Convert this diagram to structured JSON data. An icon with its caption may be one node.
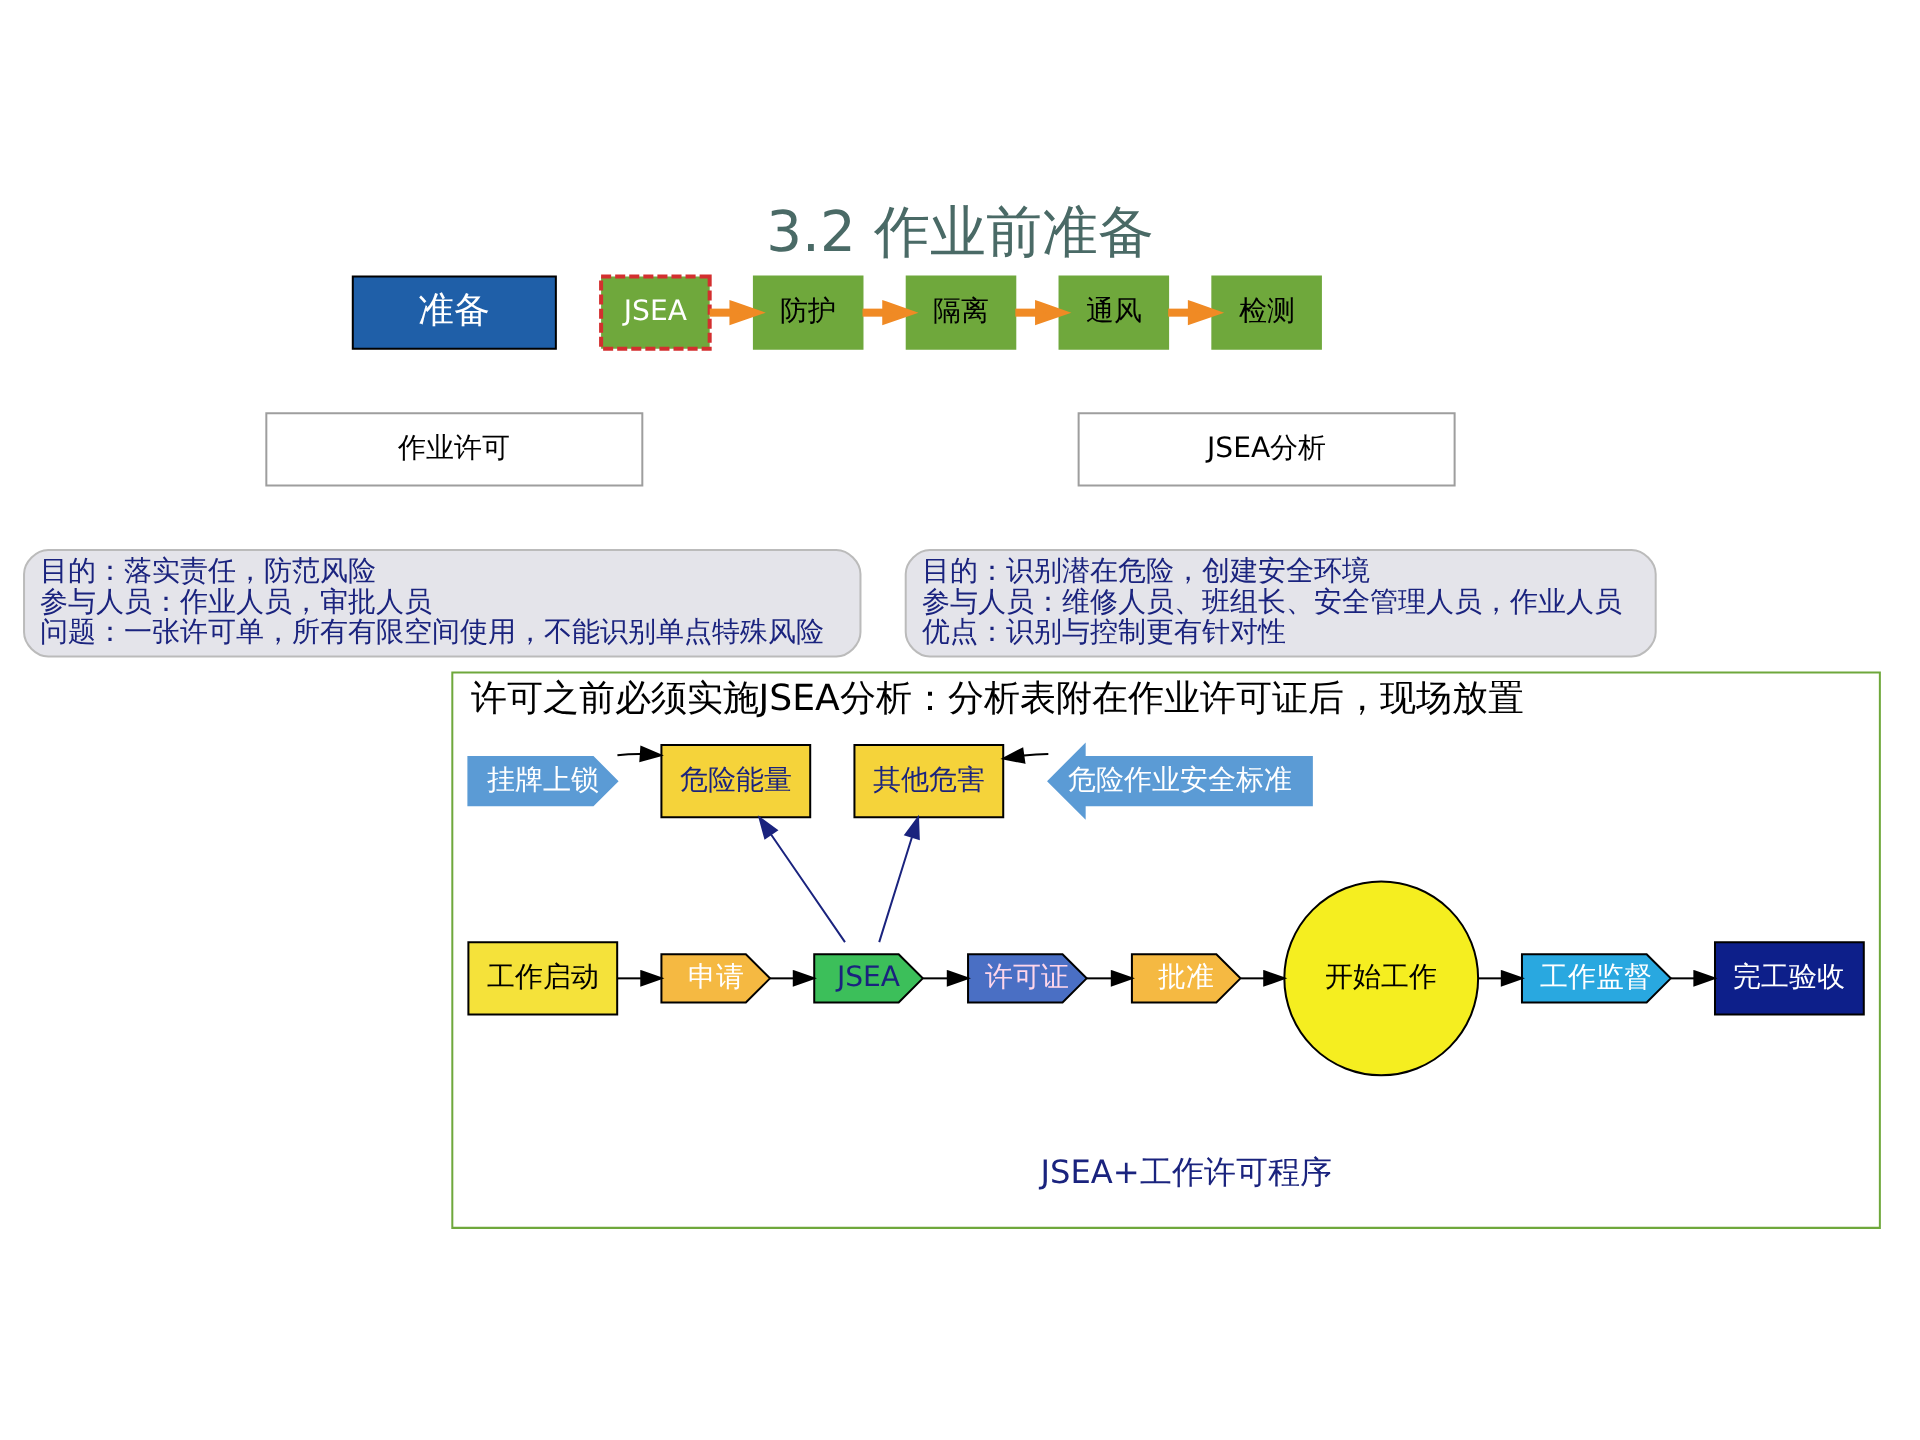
{
  "diagram": {
    "title": "3.2 作业前准备",
    "nodes": [
      {
        "text": [
          "准备"
        ]
      },
      {
        "text": [
          "JSEA"
        ]
      },
      {
        "text": [
          "防护"
        ]
      },
      {
        "text": [
          "隔离"
        ]
      },
      {
        "text": [
          "通风"
        ]
      },
      {
        "text": [
          "检测"
        ]
      },
      {
        "text": [
          "作业许可"
        ]
      },
      {
        "text": [
          "目的：落实责任，防范风险",
          "参与人员：作业人员，审批人员",
          "问题：一张许可单，所有有限空间使用，不能识别单点特殊风险"
        ]
      },
      {
        "text": [
          "JSEA分析"
        ]
      },
      {
        "text": [
          "目的：识别潜在危险，创建安全环境",
          "参与人员：维修人员、班组长、安全管理人员，作业人员",
          "优点：识别与控制更有针对性"
        ]
      },
      {
        "text": [
          "许可之前必须实施JSEA分析：分析表附在作业许可证后，现场放置"
        ]
      },
      {
        "text": [
          "挂牌上锁"
        ],
        "in": 10
      },
      {
        "text": [
          "危险能量"
        ],
        "in": 10
      },
      {
        "text": [
          "其他危害"
        ],
        "in": 10
      },
      {
        "text": [
          "危险作业安全标准"
        ],
        "in": 10
      },
      {
        "text": [
          "工作启动"
        ],
        "in": 10
      },
      {
        "text": [
          "申请"
        ],
        "in": 10
      },
      {
        "text": [
          "JSEA"
        ],
        "in": 10
      },
      {
        "text": [
          "许可证"
        ],
        "in": 10
      },
      {
        "text": [
          "批准"
        ],
        "in": 10
      },
      {
        "text": [
          "开始工作"
        ],
        "in": 10
      },
      {
        "text": [
          "工作监督"
        ],
        "in": 10
      },
      {
        "text": [
          "完工验收"
        ],
        "in": 10
      }
    ],
    "edges": [
      {
        "from": 1,
        "to": 2,
        "arrow": "to",
        "color": "#f08a24",
        "style": "thick"
      },
      {
        "from": 2,
        "to": 3,
        "arrow": "to",
        "color": "#f08a24",
        "style": "thick"
      },
      {
        "from": 3,
        "to": 4,
        "arrow": "to",
        "color": "#f08a24",
        "style": "thick"
      },
      {
        "from": 4,
        "to": 5,
        "arrow": "to",
        "color": "#f08a24",
        "style": "thick"
      },
      {
        "from": 11,
        "to": 12,
        "arrow": "to"
      },
      {
        "from": 14,
        "to": 13,
        "arrow": "to"
      },
      {
        "from": 17,
        "to": 12,
        "arrow": "to",
        "color": "#1a237e"
      },
      {
        "from": 17,
        "to": 13,
        "arrow": "to",
        "color": "#1a237e"
      },
      {
        "from": 15,
        "to": 16,
        "arrow": "to"
      },
      {
        "from": 16,
        "to": 17,
        "arrow": "to"
      },
      {
        "from": 17,
        "to": 18,
        "arrow": "to"
      },
      {
        "from": 18,
        "to": 19,
        "arrow": "to"
      },
      {
        "from": 19,
        "to": 20,
        "arrow": "to"
      },
      {
        "from": 20,
        "to": 21,
        "arrow": "to"
      },
      {
        "from": 21,
        "to": 22,
        "arrow": "to"
      }
    ],
    "labels": [
      "JSEA+工作许可程序"
    ]
  }
}
